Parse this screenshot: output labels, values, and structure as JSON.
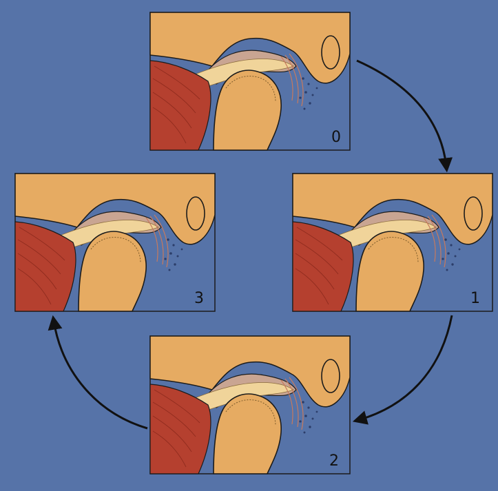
{
  "colors": {
    "background": "#5673a8",
    "bone": "#e6ab62",
    "disc": "#c9a592",
    "fibrocartilage": "#f0d49a",
    "muscle": "#b5402f",
    "tissue_dots": "#2c3e6a",
    "outline": "#1b1b1b",
    "arrow": "#111111"
  },
  "panels": [
    {
      "id": "p0",
      "label": "0"
    },
    {
      "id": "p1",
      "label": "1"
    },
    {
      "id": "p2",
      "label": "2"
    },
    {
      "id": "p3",
      "label": "3"
    }
  ],
  "arrows": [
    {
      "from": "0",
      "to": "1",
      "icon": "curved-arrow-icon"
    },
    {
      "from": "1",
      "to": "2",
      "icon": "curved-arrow-icon"
    },
    {
      "from": "2",
      "to": "3",
      "icon": "curved-arrow-icon"
    }
  ]
}
